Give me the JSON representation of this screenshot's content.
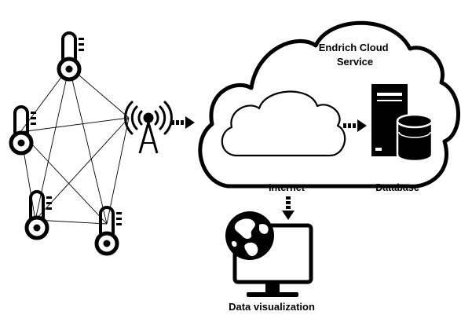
{
  "labels": {
    "cloud_service": [
      "Endrich Cloud",
      "Service"
    ],
    "internet": "Internet",
    "database": "Database",
    "data_visualization": "Data visualization"
  },
  "icons": {
    "sensor": "thermometer-sensor-icon",
    "gateway": "radio-tower-icon",
    "internet": "cloud-icon",
    "database": "server-database-icon",
    "visualization": "globe-monitor-icon",
    "flow": "dashed-arrow-icon"
  },
  "colors": {
    "line": "#000000",
    "background": "#ffffff"
  }
}
